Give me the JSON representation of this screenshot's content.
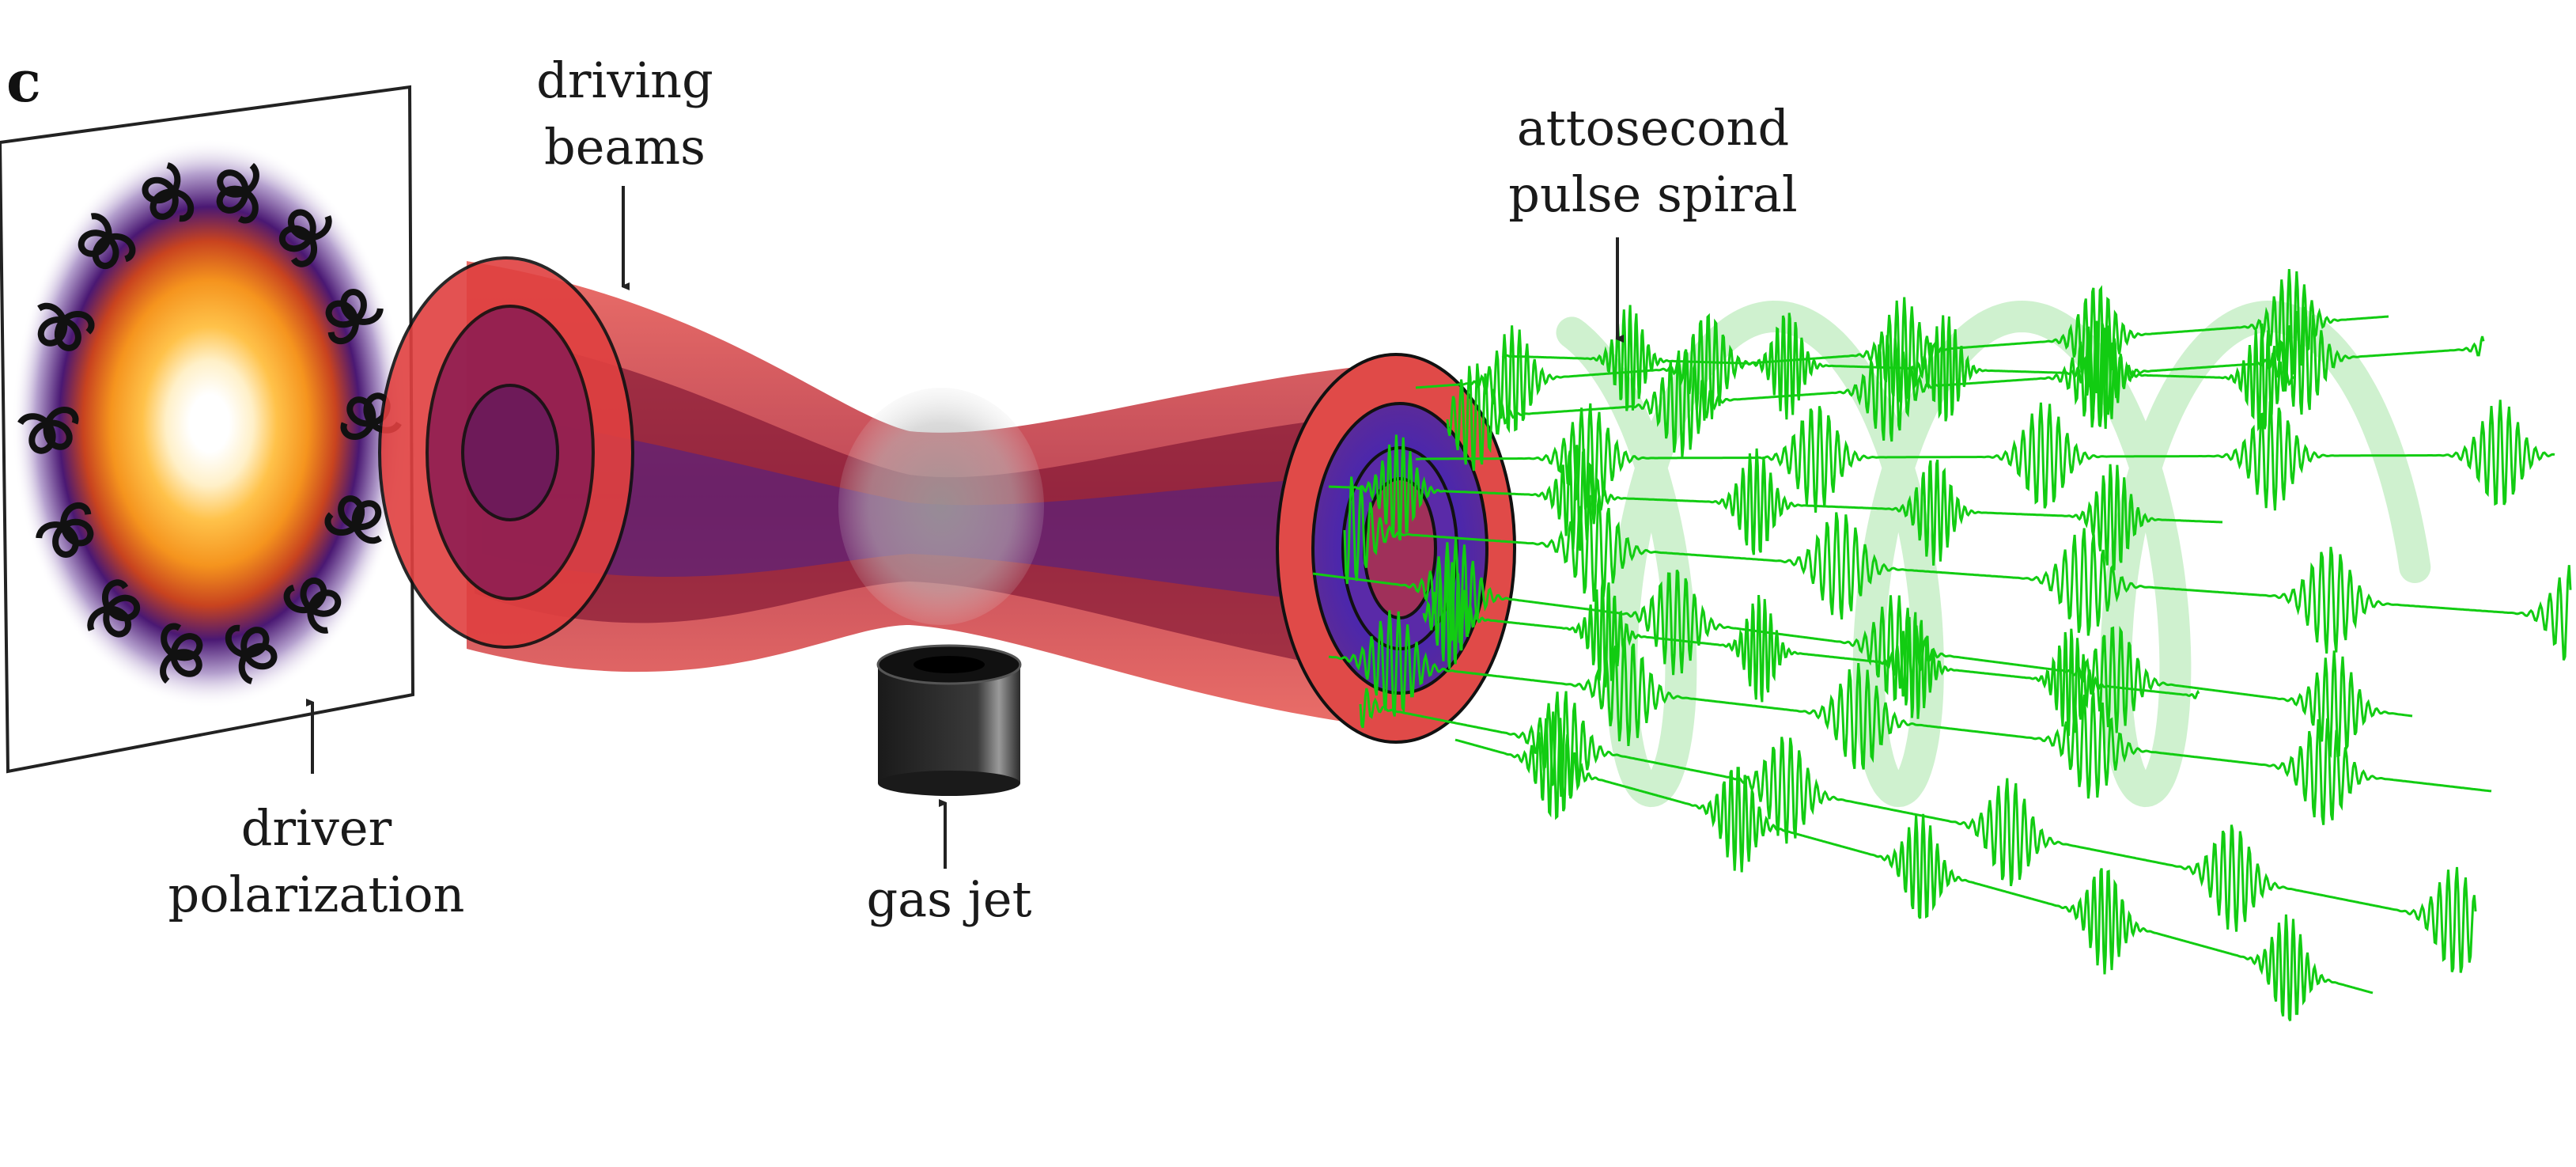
{
  "panel_label": "c",
  "labels": {
    "driving_beams": [
      "driving",
      "beams"
    ],
    "attosecond_spiral": [
      "attosecond",
      "pulse spiral"
    ],
    "driver_polarization": [
      "driver",
      "polarization"
    ],
    "gas_jet": [
      "gas jet"
    ]
  },
  "colors": {
    "beam_red": "#e0453f",
    "beam_dark": "#7a0f2e",
    "beam_purple": "#6b2fa0",
    "pulse_green": "#1fd31f",
    "spiral_green": "#9fe39f",
    "gas_cloud": "#bdbdbd",
    "jet_body": "#2a2a2a",
    "ring_outer": "#3b0a6b",
    "ring_mid": "#f07a1a",
    "ring_inner": "#ffe9b0"
  },
  "icons": [
    "trefoil-polarization-icon",
    "arrow-icon",
    "gas-nozzle-icon"
  ]
}
